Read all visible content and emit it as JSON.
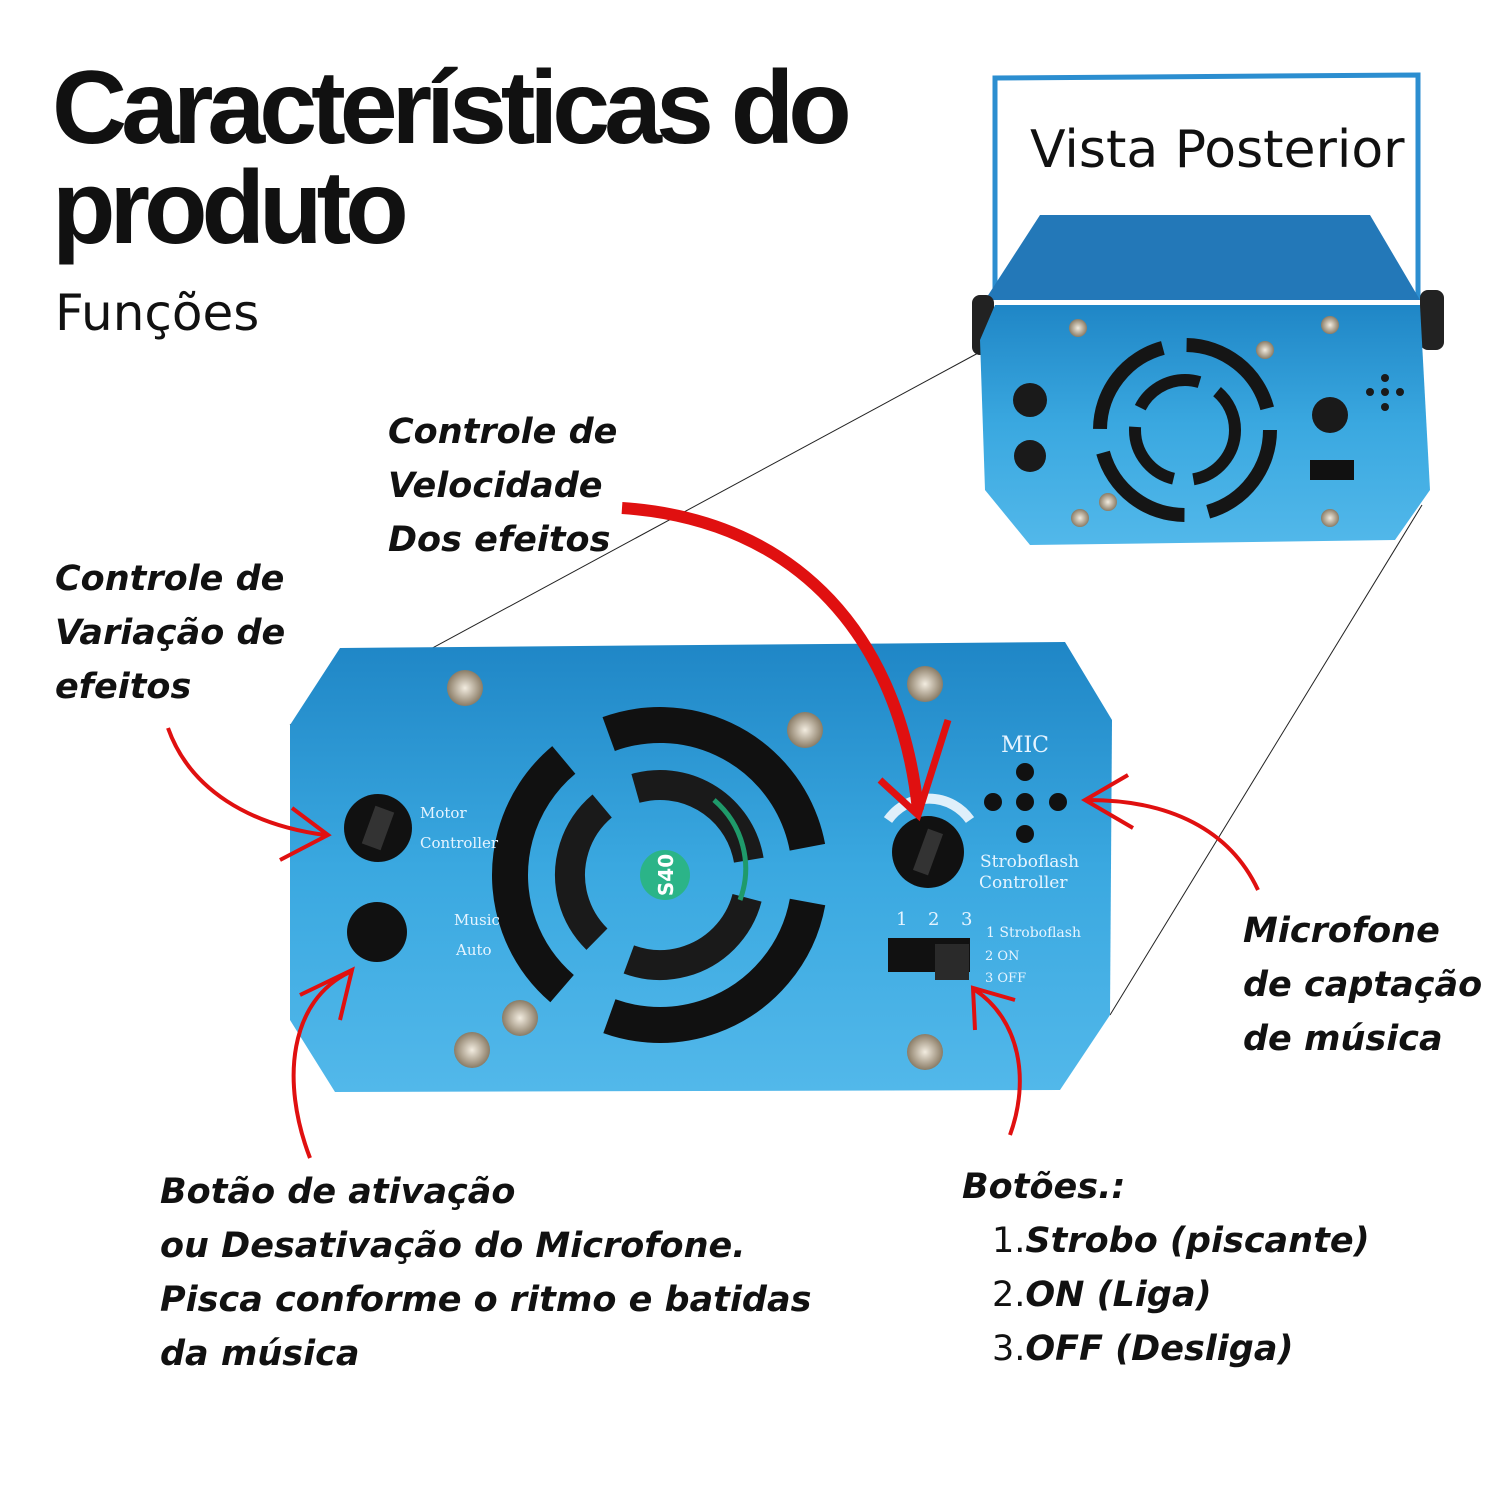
{
  "header": {
    "title_line1": "Características do",
    "title_line2": "produto",
    "subtitle": "Funções"
  },
  "rear_view": {
    "label": "Vista Posterior"
  },
  "device_labels": {
    "motor": "Motor",
    "controller": "Controller",
    "music": "Music",
    "auto": "Auto",
    "fan_label": "S40",
    "mic": "MIC",
    "strobo1": "Stroboflash",
    "strobo2": "Controller",
    "switch_numbers": [
      "1",
      "2",
      "3"
    ],
    "switch_modes": [
      "1 Stroboflash",
      "2 ON",
      "3 OFF"
    ]
  },
  "annotations": {
    "speed": [
      "Controle de",
      "Velocidade",
      "Dos efeitos"
    ],
    "variation": [
      "Controle de",
      "Variação de",
      "efeitos"
    ],
    "microphone": [
      "Microfone",
      "de captação",
      "de música"
    ],
    "mic_button": [
      "Botão de ativação",
      "ou Desativação do Microfone.",
      "Pisca conforme o ritmo e batidas",
      "da música"
    ],
    "buttons": {
      "title": "Botões.:",
      "items": [
        {
          "num": "1.",
          "text": "Strobo (piscante)"
        },
        {
          "num": "2.",
          "text": "ON (Liga)"
        },
        {
          "num": "3.",
          "text": "OFF (Desliga)"
        }
      ]
    }
  },
  "colors": {
    "device": "#2f9bd6",
    "arrow": "#e01010"
  }
}
